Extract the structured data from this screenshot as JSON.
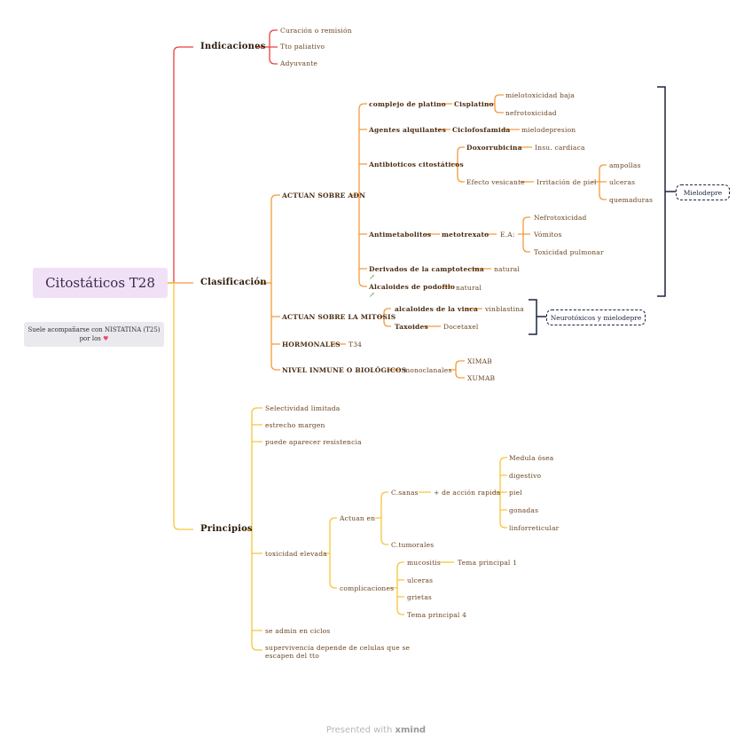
{
  "root": {
    "title": "Citostáticos T28"
  },
  "note": {
    "line1": "Suele acompañarse con NISTATINA (T25)",
    "line2": "por los",
    "heart_icon": "heart-icon"
  },
  "indicaciones": {
    "label": "Indicaciones",
    "items": [
      "Curación o remisión",
      "Tto paliativo",
      "Adyuvante"
    ]
  },
  "clasificacion": {
    "label": "Clasificación",
    "adn": {
      "label": "ACTUAN SOBRE ADN",
      "platino": {
        "label": "complejo de platino",
        "drug": "Cisplatino",
        "effects": [
          "mielotoxicidad baja",
          "nefrotoxicidad"
        ]
      },
      "alquilantes": {
        "label": "Agentes alquilantes",
        "drug": "Ciclofosfamida",
        "effect": "mielodepresion"
      },
      "antibioticos": {
        "label": "Antibioticos citostáticos",
        "doxo": "Doxorrubicina",
        "doxo_effect": "Insu. cardiaca",
        "vesicante": "Efecto vesicante",
        "irritacion": "Irritación de piel",
        "skin": [
          "ampollas",
          "ulceras",
          "quemaduras"
        ]
      },
      "antimetabolitos": {
        "label": "Antimetabolitos",
        "drug": "metotrexato",
        "ea": "E.A:",
        "effects": [
          "Nefrotoxicidad",
          "Vómitos",
          "Toxicidad pulmonar"
        ]
      },
      "camptotecina": {
        "label": "Derivados de la camptotecina",
        "value": "natural"
      },
      "podofilo": {
        "label": "Alcaloides de podofilo",
        "value": "natural"
      }
    },
    "mitosis": {
      "label": "ACTUAN SOBRE LA MITOSIS",
      "vinca": "alcaloides de la vinca",
      "vinca_drug": "vinblastina",
      "taxoides": "Taxoides",
      "taxoides_drug": "Docetaxel"
    },
    "hormonales": {
      "label": "HORMONALES",
      "value": "T34"
    },
    "inmune": {
      "label": "NIVEL INMUNE O BIOLÓGICOS",
      "mono": "monoclanales",
      "items": [
        "XIMAB",
        "XUMAB"
      ]
    },
    "summary_adn": "Mielodepre",
    "summary_mitosis": "Neurotóxicos y mielodepre"
  },
  "principios": {
    "label": "Principios",
    "items": [
      "Selectividad limitada",
      "estrecho margen",
      "puede aparecer resistencia"
    ],
    "toxicidad": {
      "label": "toxicidad elevada",
      "actuan": "Actuan en",
      "csanas": "C.sanas",
      "rapida": "+ de acción rapida",
      "tissues": [
        "Medula ósea",
        "digestivo",
        "piel",
        "gonadas",
        "linforreticular"
      ],
      "ctumorales": "C.tumorales",
      "complicaciones": "complicaciones",
      "comp_items": [
        "mucositis",
        "ulceras",
        "grietas",
        "Tema principal 4"
      ],
      "tema1": "Tema principal 1"
    },
    "ciclos": "se admin en ciclos",
    "supervivencia_1": "supervivencia depende de celulas que se",
    "supervivencia_2": "escapen del tto"
  },
  "footer": {
    "prefix": "Presented with",
    "brand": "xmind"
  },
  "colors": {
    "red": "#e8403a",
    "orange": "#f39a3d",
    "yellow": "#f6c53a",
    "navy": "#1d2340",
    "root_bg": "#f1e1f6"
  }
}
